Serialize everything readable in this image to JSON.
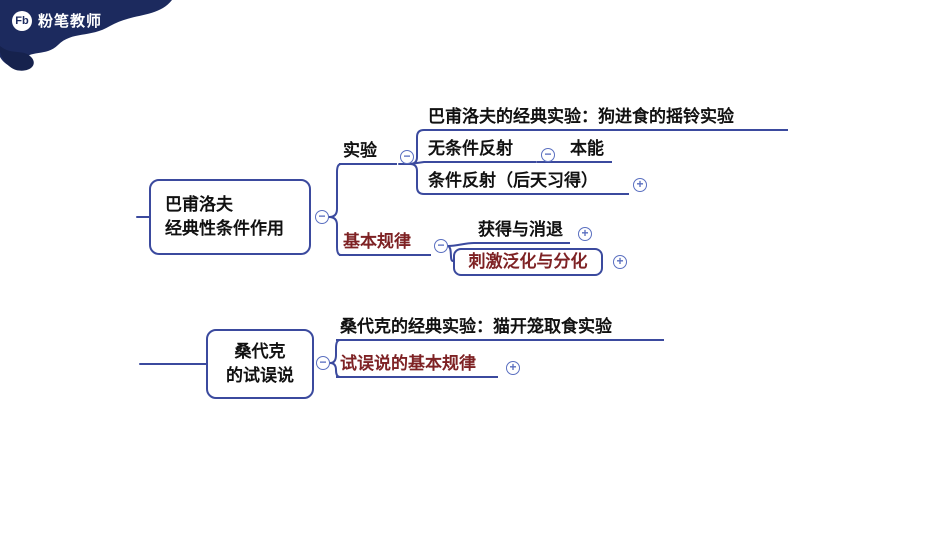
{
  "brand": {
    "logo_icon": "Fb",
    "logo_text": "粉笔教师"
  },
  "colors": {
    "banner": "#1c2a5e",
    "line": "#3b4a9e",
    "accent_red": "#7e2224",
    "icon_blue": "#5a6fc0",
    "text": "#111111"
  },
  "icons": {
    "collapse": "−",
    "expand": "+"
  },
  "tree1": {
    "root": {
      "line1": "巴甫洛夫",
      "line2": "经典性条件作用"
    },
    "experiment": {
      "label": "实验",
      "children": {
        "classic": "巴甫洛夫的经典实验：狗进食的摇铃实验",
        "unconditioned": "无条件反射",
        "instinct": "本能",
        "conditioned": "条件反射（后天习得）"
      }
    },
    "rules": {
      "label": "基本规律",
      "children": {
        "acquisition": "获得与消退",
        "generalization": "刺激泛化与分化"
      }
    }
  },
  "tree2": {
    "root": {
      "line1": "桑代克",
      "line2": "的试误说"
    },
    "children": {
      "classic": "桑代克的经典实验：猫开笼取食实验",
      "rules": "试误说的基本规律"
    }
  }
}
